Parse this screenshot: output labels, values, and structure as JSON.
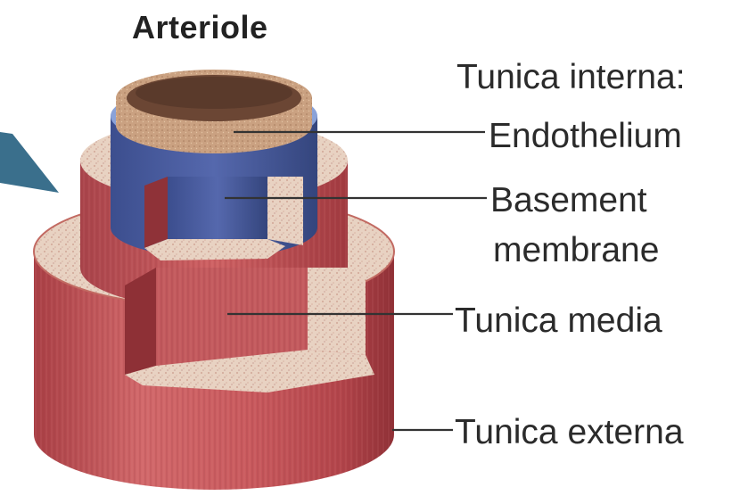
{
  "diagram": {
    "title": "Arteriole",
    "labels": {
      "tunica_interna": "Tunica interna:",
      "endothelium": "Endothelium",
      "basement_line1": "Basement",
      "basement_line2": "membrane",
      "tunica_media": "Tunica media",
      "tunica_externa": "Tunica externa"
    },
    "colors": {
      "externa_muscle": "#c9585c",
      "media_muscle": "#b84a4f",
      "connective_speckle": "#e7cfbf",
      "basement_blue": "#4a5fa0",
      "endothelium_tan": "#c9a07e",
      "lumen": "#6b4634",
      "pointer_arrow": "#3a6f8c",
      "leader_line": "#333333"
    }
  }
}
